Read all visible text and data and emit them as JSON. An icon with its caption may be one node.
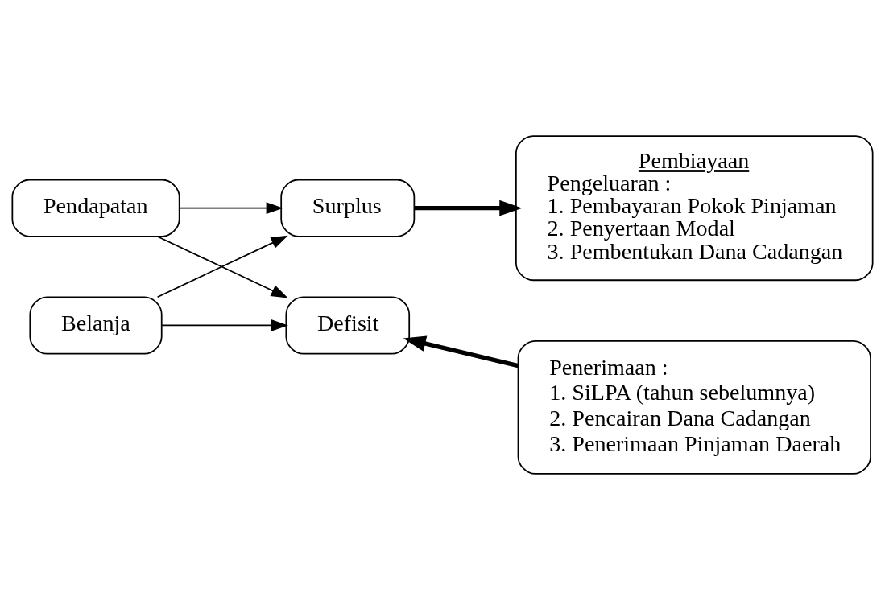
{
  "diagram": {
    "nodes": [
      {
        "text": [
          "Pendapatan"
        ]
      },
      {
        "text": [
          "Belanja"
        ]
      },
      {
        "text": [
          "Surplus"
        ]
      },
      {
        "text": [
          "Defisit"
        ]
      },
      {
        "text": [
          "Pembiayaan",
          "Pengeluaran :",
          "1. Pembayaran Pokok Pinjaman",
          "2. Penyertaan Modal",
          "3. Pembentukan Dana Cadangan"
        ]
      },
      {
        "text": [
          "Penerimaan :",
          "1. SiLPA (tahun sebelumnya)",
          "2. Pencairan Dana Cadangan",
          "3. Penerimaan Pinjaman Daerah"
        ]
      }
    ],
    "edges": [
      {
        "from": 0,
        "to": 2,
        "arrow": "to"
      },
      {
        "from": 0,
        "to": 3,
        "arrow": "to"
      },
      {
        "from": 1,
        "to": 2,
        "arrow": "to"
      },
      {
        "from": 1,
        "to": 3,
        "arrow": "to"
      },
      {
        "from": 2,
        "to": 4,
        "arrow": "to",
        "style": "thick"
      },
      {
        "from": 5,
        "to": 3,
        "arrow": "to",
        "style": "thick"
      }
    ]
  }
}
